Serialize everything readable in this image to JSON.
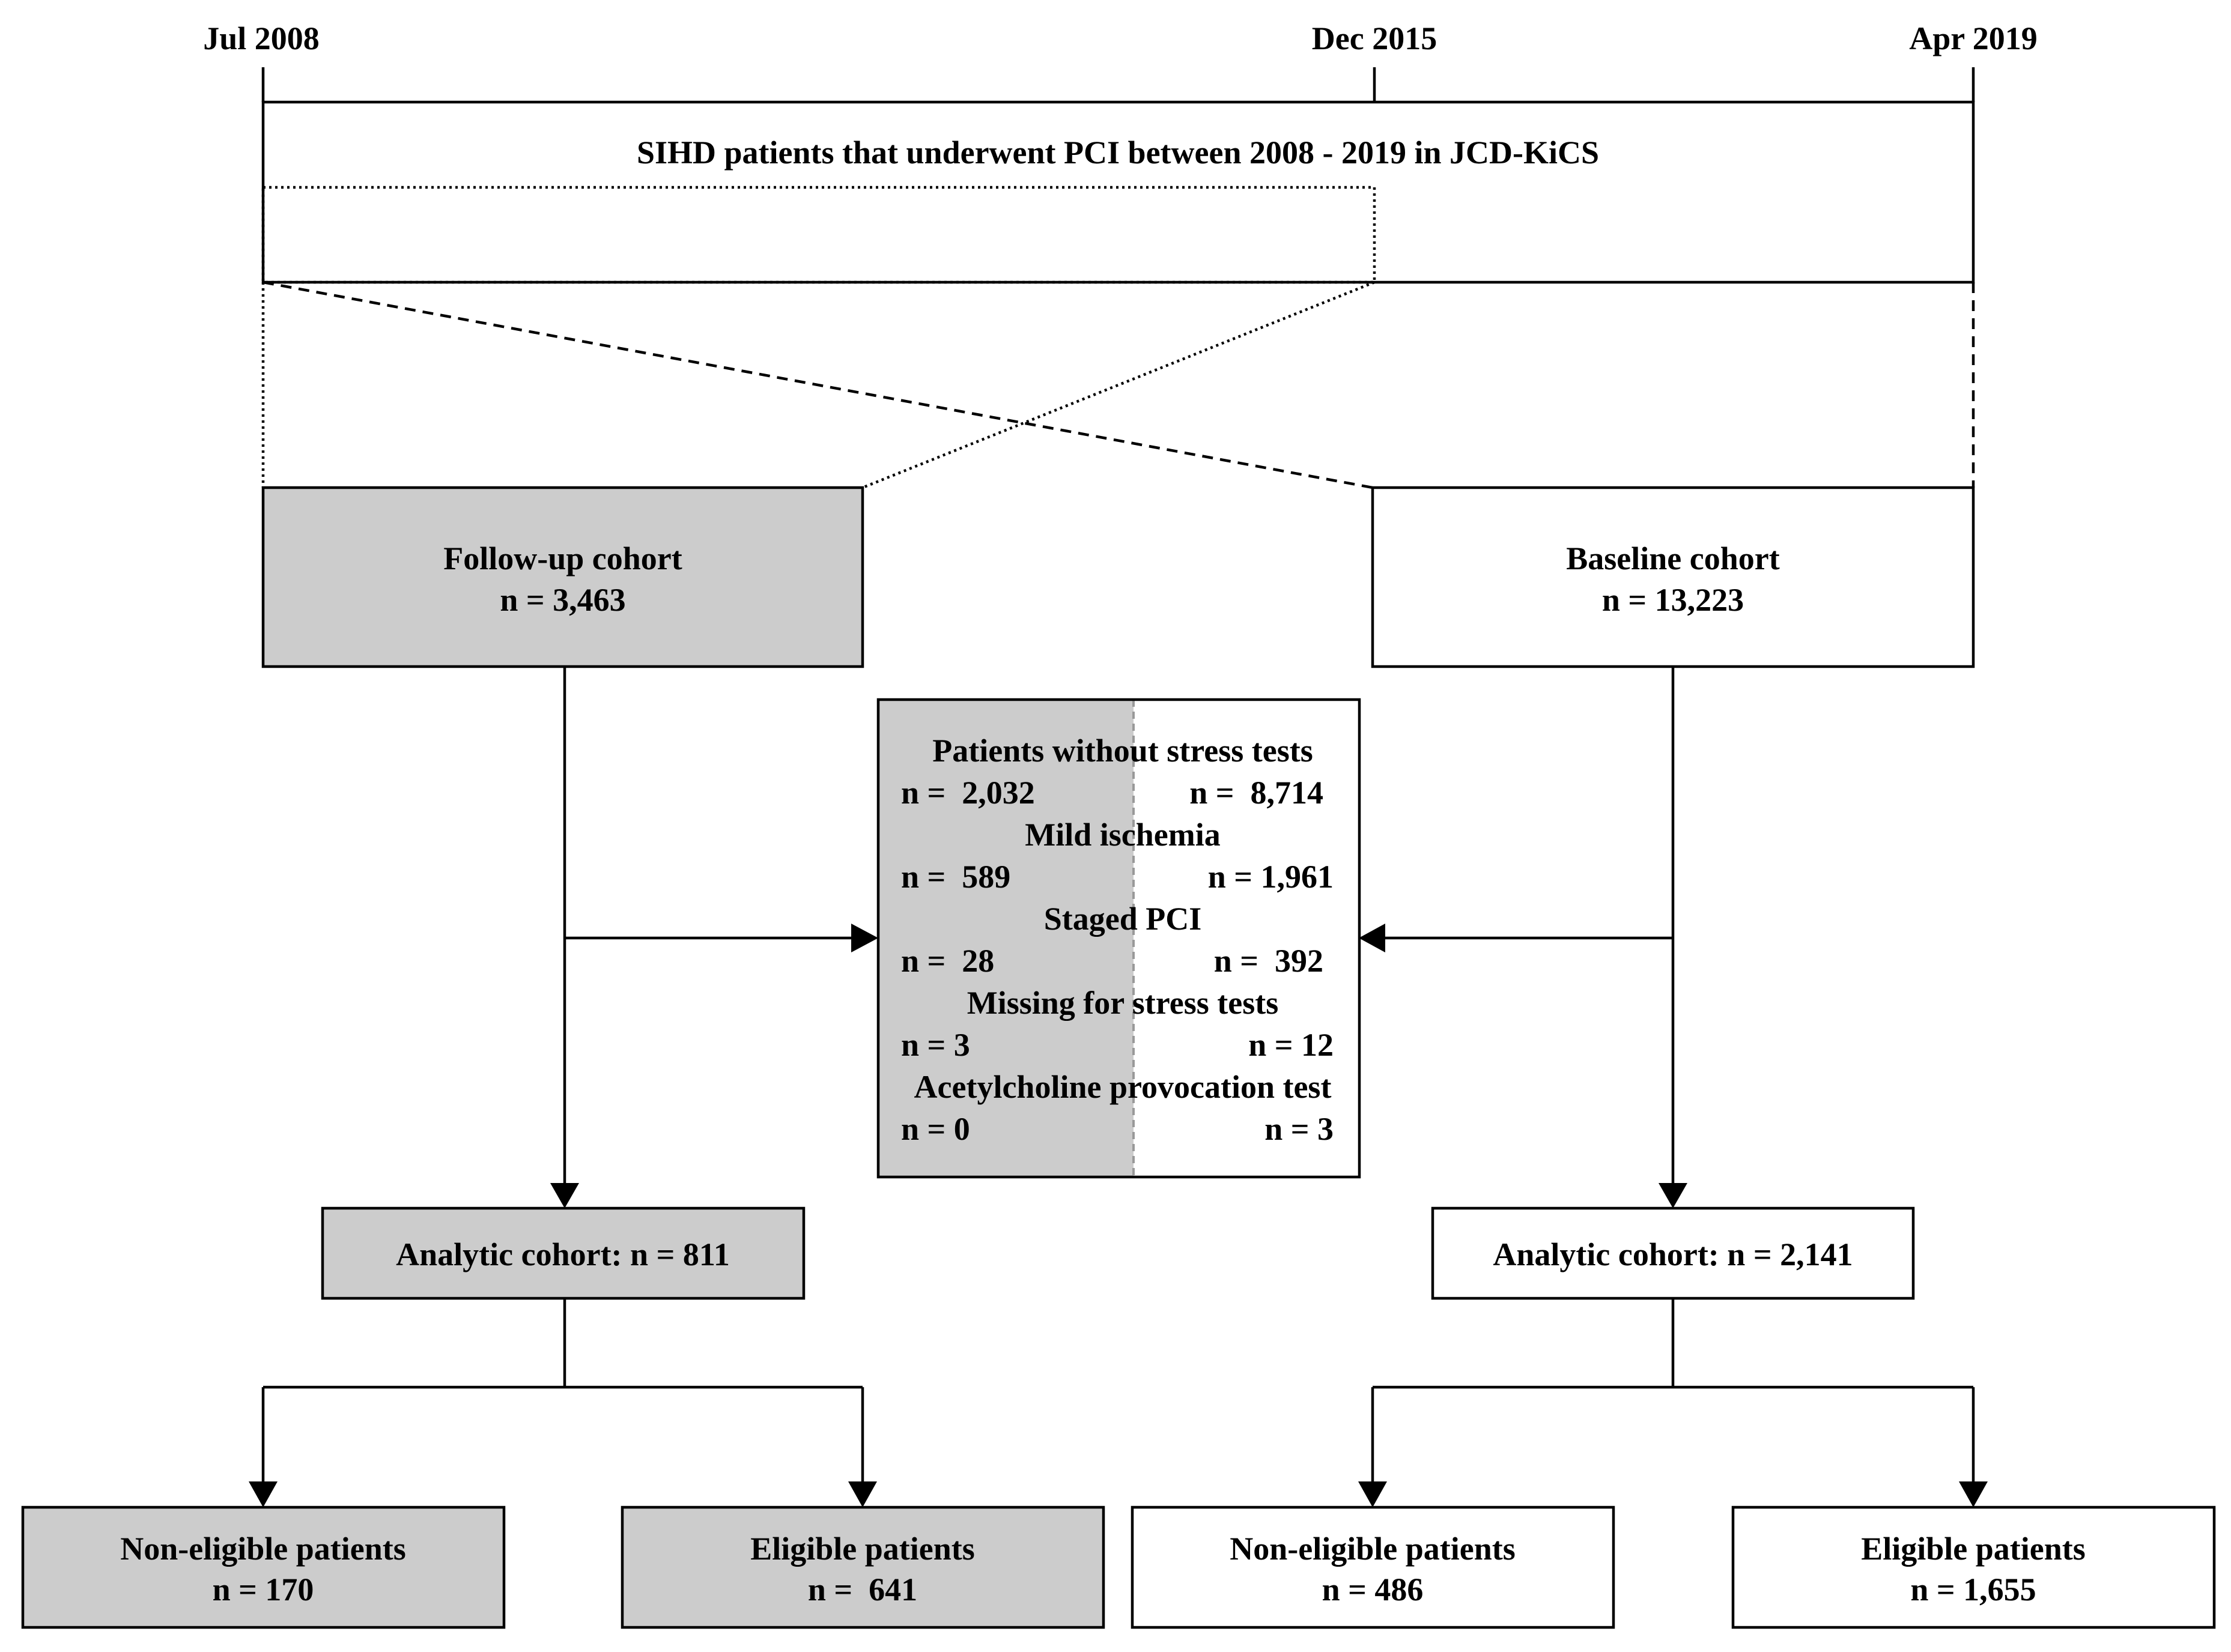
{
  "timeline": {
    "start_label": "Jul 2008",
    "mid_label": "Dec 2015",
    "end_label": "Apr 2019",
    "title": "SIHD patients that underwent PCI between 2008 - 2019 in JCD-KiCS"
  },
  "followup_cohort": {
    "title": "Follow-up cohort",
    "n": "n = 3,463"
  },
  "baseline_cohort": {
    "title": "Baseline cohort",
    "n": "n = 13,223"
  },
  "exclusions": [
    {
      "label": "Patients without stress tests",
      "left": "n =  2,032",
      "right": "n =  8,714"
    },
    {
      "label": "Mild ischemia",
      "left": "n =  589",
      "right": "n = 1,961"
    },
    {
      "label": "Staged PCI",
      "left": "n =  28",
      "right": "n =  392"
    },
    {
      "label": "Missing for stress tests",
      "left": "n = 3",
      "right": "n = 12"
    },
    {
      "label": "Acetylcholine provocation test",
      "left": "n = 0",
      "right": "n = 3"
    }
  ],
  "analytic_followup": "Analytic cohort: n = 811",
  "analytic_baseline": "Analytic cohort: n = 2,141",
  "outcomes": {
    "followup_noneligible": {
      "title": "Non-eligible patients",
      "n": "n = 170"
    },
    "followup_eligible": {
      "title": "Eligible patients",
      "n": "n =  641"
    },
    "baseline_noneligible": {
      "title": "Non-eligible patients",
      "n": "n = 486"
    },
    "baseline_eligible": {
      "title": "Eligible patients",
      "n": "n = 1,655"
    }
  },
  "colors": {
    "followup_fill": "#cccccc",
    "baseline_fill": "#ffffff",
    "line": "#000000"
  }
}
